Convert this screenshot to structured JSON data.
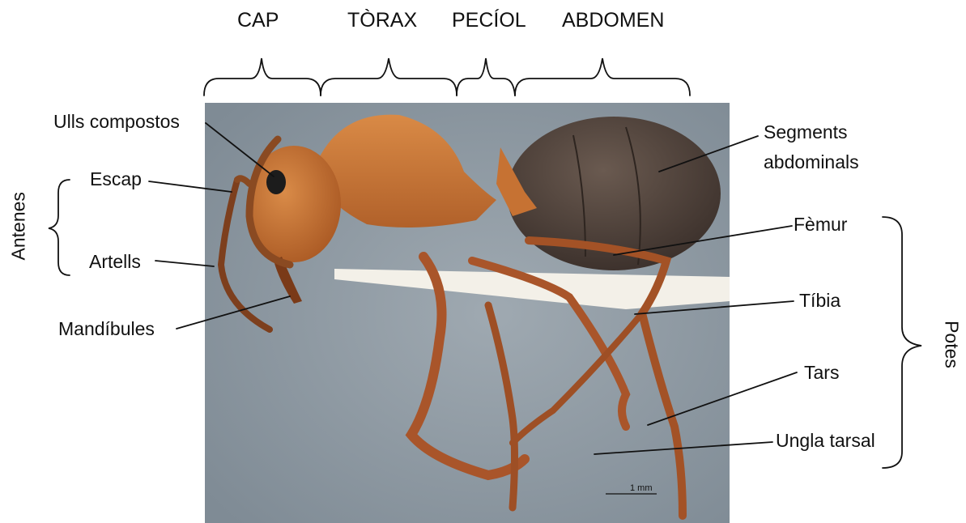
{
  "segments": {
    "cap": "CAP",
    "torax": "TÒRAX",
    "peciol": "PECÍOL",
    "abdomen": "ABDOMEN"
  },
  "left_labels": {
    "ulls": "Ulls compostos",
    "escap": "Escap",
    "artells": "Artells",
    "mandibules": "Mandíbules",
    "antenes": "Antenes"
  },
  "right_labels": {
    "segments_line1": "Segments",
    "segments_line2": "abdominals",
    "femur": "Fèmur",
    "tibia": "Tíbia",
    "tars": "Tars",
    "ungla": "Ungla tarsal",
    "potes": "Potes"
  },
  "scale": "1 mm",
  "colors": {
    "background": "#8f9aa3",
    "body": "#b8642c",
    "abdomen": "#4a3d36",
    "stick": "#f2efe6",
    "lines": "#111111"
  }
}
